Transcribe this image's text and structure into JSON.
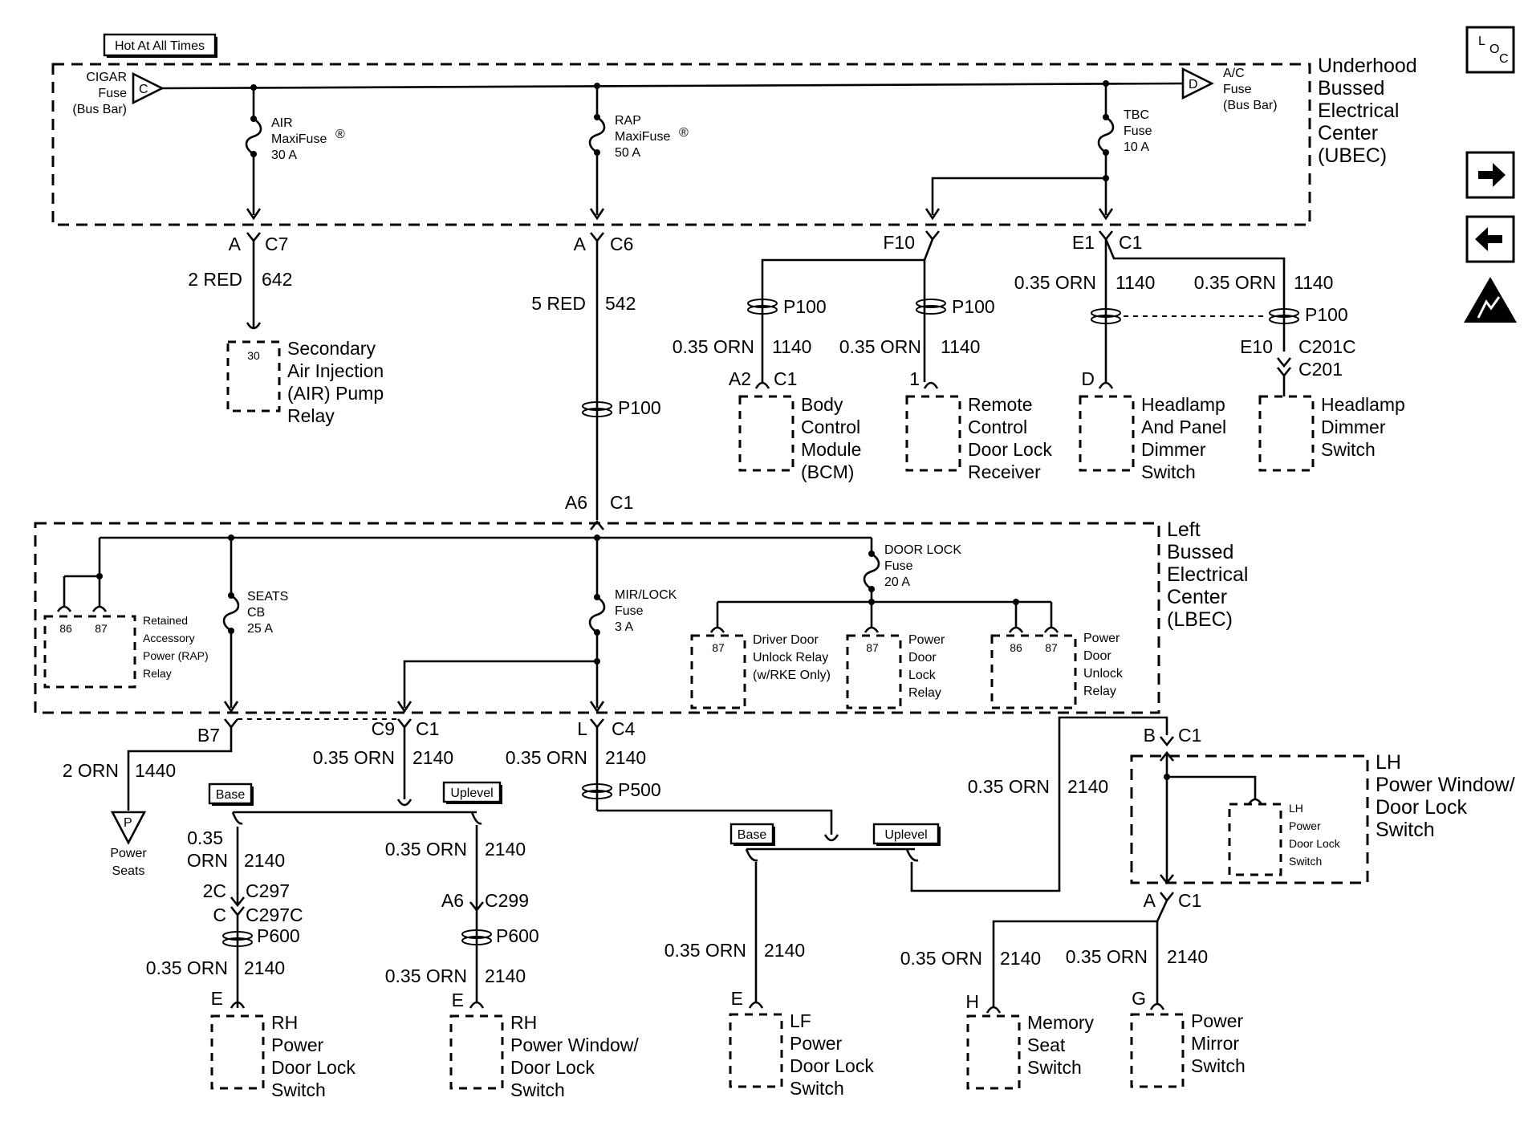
{
  "badges": {
    "hot": "Hot At All Times",
    "base": "Base",
    "uplevel": "Uplevel"
  },
  "side_icons": {
    "loc_1": "L",
    "loc_2": "O",
    "loc_3": "C",
    "next": "→",
    "prev": "←",
    "esd": "esd-warning-icon"
  },
  "ubec": {
    "l1": "Underhood",
    "l2": "Bussed",
    "l3": "Electrical",
    "l4": "Center",
    "l5": "(UBEC)",
    "cigar": [
      "CIGAR",
      "Fuse",
      "(Bus Bar)"
    ],
    "cigar_letter": "C",
    "ac": [
      "A/C",
      "Fuse",
      "(Bus Bar)"
    ],
    "ac_letter": "D",
    "air_fuse": [
      "AIR",
      "MaxiFuse",
      "30 A"
    ],
    "rap_fuse": [
      "RAP",
      "MaxiFuse",
      "50 A"
    ],
    "tbc_fuse": [
      "TBC",
      "Fuse",
      "10 A"
    ],
    "reg": "®"
  },
  "lbec": {
    "l1": "Left",
    "l2": "Bussed",
    "l3": "Electrical",
    "l4": "Center",
    "l5": "(LBEC)",
    "rap_relay": [
      "Retained",
      "Accessory",
      "Power (RAP)",
      "Relay"
    ],
    "pin86": "86",
    "pin87": "87",
    "seats_cb": [
      "SEATS",
      "CB",
      "25 A"
    ],
    "mir_fuse": [
      "MIR/LOCK",
      "Fuse",
      "3 A"
    ],
    "door_fuse": [
      "DOOR LOCK",
      "Fuse",
      "20 A"
    ],
    "driver_relay": [
      "Driver Door",
      "Unlock Relay",
      "(w/RKE Only)"
    ],
    "lock_relay": [
      "Power",
      "Door",
      "Lock",
      "Relay"
    ],
    "unlock_relay": [
      "Power",
      "Door",
      "Unlock",
      "Relay"
    ]
  },
  "labels": {
    "A": "A",
    "B": "B",
    "C": "C",
    "D": "D",
    "E": "E",
    "G": "G",
    "H": "H",
    "L": "L",
    "1": "1",
    "A2": "A2",
    "A6": "A6",
    "B7": "B7",
    "C9": "C9",
    "E1": "E1",
    "E10": "E10",
    "F10": "F10",
    "2C": "2C",
    "C1": "C1",
    "C4": "C4",
    "C6": "C6",
    "C7": "C7",
    "C201": "C201",
    "C201C": "C201C",
    "C297": "C297",
    "C297C": "C297C",
    "C299": "C299",
    "P100": "P100",
    "P500": "P500",
    "P600": "P600",
    "pin30": "30"
  },
  "wires": {
    "red2": "2 RED",
    "c642": "642",
    "red5": "5 RED",
    "c542": "542",
    "orn035": "0.35 ORN",
    "c1140": "1140",
    "orn2": "2 ORN",
    "c1440": "1440",
    "c2140": "2140",
    "orn035a": "0.35",
    "orn035b": "ORN"
  },
  "components": {
    "air_pump": [
      "Secondary",
      "Air Injection",
      "(AIR) Pump",
      "Relay"
    ],
    "bcm": [
      "Body",
      "Control",
      "Module",
      "(BCM)"
    ],
    "rcdlr": [
      "Remote",
      "Control",
      "Door Lock",
      "Receiver"
    ],
    "hl_panel": [
      "Headlamp",
      "And Panel",
      "Dimmer",
      "Switch"
    ],
    "hl_dimmer": [
      "Headlamp",
      "Dimmer",
      "Switch"
    ],
    "power_seats": [
      "Power",
      "Seats"
    ],
    "power_seats_letter": "P",
    "rh_lock": [
      "RH",
      "Power",
      "Door Lock",
      "Switch"
    ],
    "rh_window": [
      "RH",
      "Power Window/",
      "Door Lock",
      "Switch"
    ],
    "lf_lock": [
      "LF",
      "Power",
      "Door Lock",
      "Switch"
    ],
    "lh_window": [
      "LH",
      "Power Window/",
      "Door Lock",
      "Switch"
    ],
    "lh_inner": [
      "LH",
      "Power",
      "Door Lock",
      "Switch"
    ],
    "memory_seat": [
      "Memory",
      "Seat",
      "Switch"
    ],
    "power_mirror": [
      "Power",
      "Mirror",
      "Switch"
    ]
  }
}
